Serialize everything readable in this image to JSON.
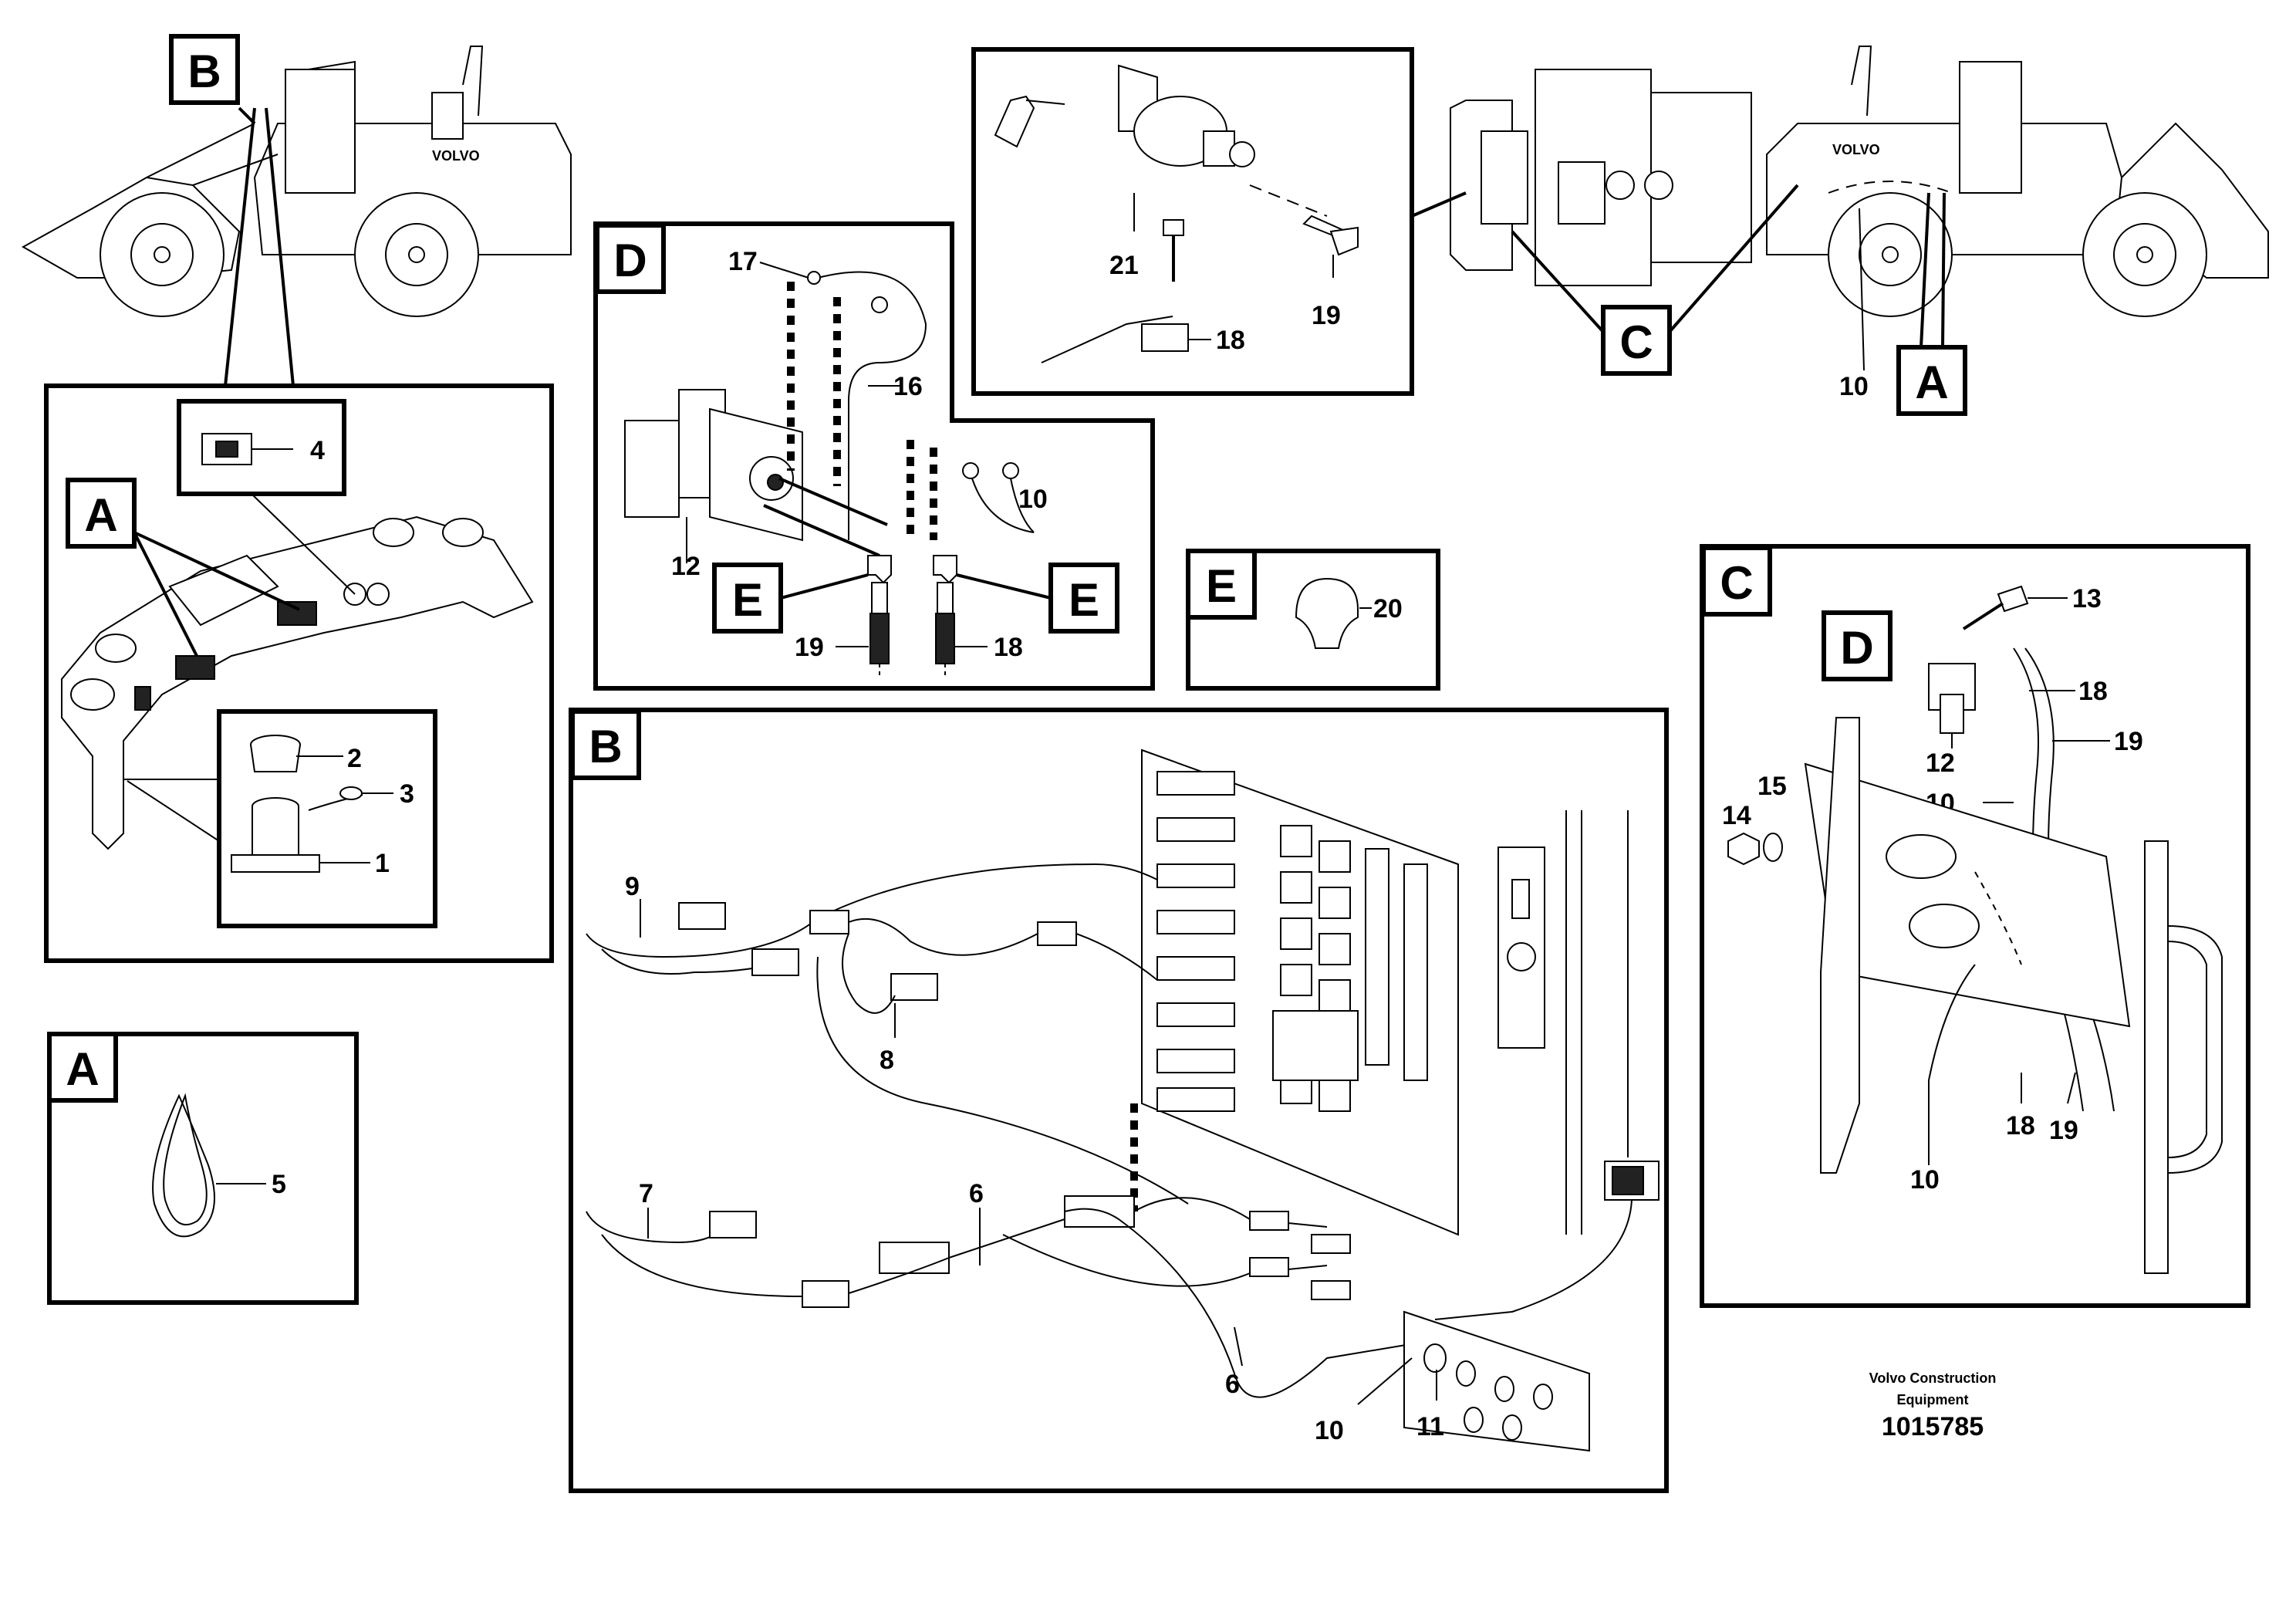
{
  "callouts": {
    "A": "A",
    "B": "B",
    "C": "C",
    "D": "D",
    "E": "E"
  },
  "parts": {
    "p1": "1",
    "p2": "2",
    "p3": "3",
    "p4": "4",
    "p5": "5",
    "p6": "6",
    "p7": "7",
    "p8": "8",
    "p9": "9",
    "p10": "10",
    "p11": "11",
    "p12": "12",
    "p13": "13",
    "p14": "14",
    "p15": "15",
    "p16": "16",
    "p17": "17",
    "p18": "18",
    "p19": "19",
    "p20": "20",
    "p21": "21"
  },
  "footer": {
    "company_line1": "Volvo Construction",
    "company_line2": "Equipment",
    "drawing_number": "1015785"
  },
  "machine_brand": "VOLVO"
}
